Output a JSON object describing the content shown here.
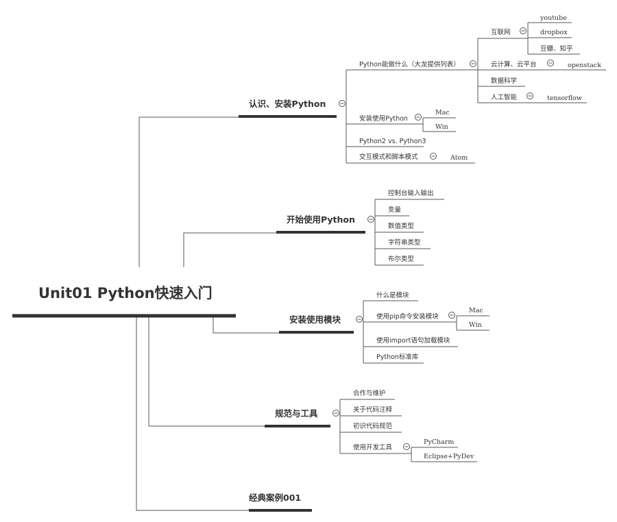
{
  "root": {
    "label": "Unit01 Python快速入门"
  },
  "branches": {
    "install": {
      "label": "认识、安装Python",
      "what": {
        "label": "Python能做什么（大龙提供列表）",
        "internet": {
          "label": "互联网",
          "items": [
            "youtube",
            "dropbox",
            "豆瓣、知乎"
          ]
        },
        "cloud": {
          "label": "云计算、云平台",
          "item": "openstack"
        },
        "datasci": {
          "label": "数据科学"
        },
        "ai": {
          "label": "人工智能",
          "item": "tensorflow"
        }
      },
      "use": {
        "label": "安装使用Python",
        "items": [
          "Mac",
          "Win"
        ]
      },
      "versions": {
        "label": "Python2 vs. Python3"
      },
      "modes": {
        "label": "交互模式和脚本模式",
        "item": "Atom"
      }
    },
    "start": {
      "label": "开始使用Python",
      "items": [
        "控制台输入输出",
        "变量",
        "数值类型",
        "字符串类型",
        "布尔类型"
      ]
    },
    "modules": {
      "label": "安装使用模块",
      "what": {
        "label": "什么是模块"
      },
      "pip": {
        "label": "使用pip命令安装模块",
        "items": [
          "Mac",
          "Win"
        ]
      },
      "import": {
        "label": "使用import语句加载模块"
      },
      "stdlib": {
        "label": "Python标准库"
      }
    },
    "tools": {
      "label": "规范与工具",
      "items": [
        "合作与维护",
        "关于代码注释",
        "初识代码规范"
      ],
      "devtools": {
        "label": "使用开发工具",
        "items": [
          "PyCharm",
          "Eclipse+PyDev"
        ]
      }
    },
    "cases": {
      "label": "经典案例001"
    }
  }
}
